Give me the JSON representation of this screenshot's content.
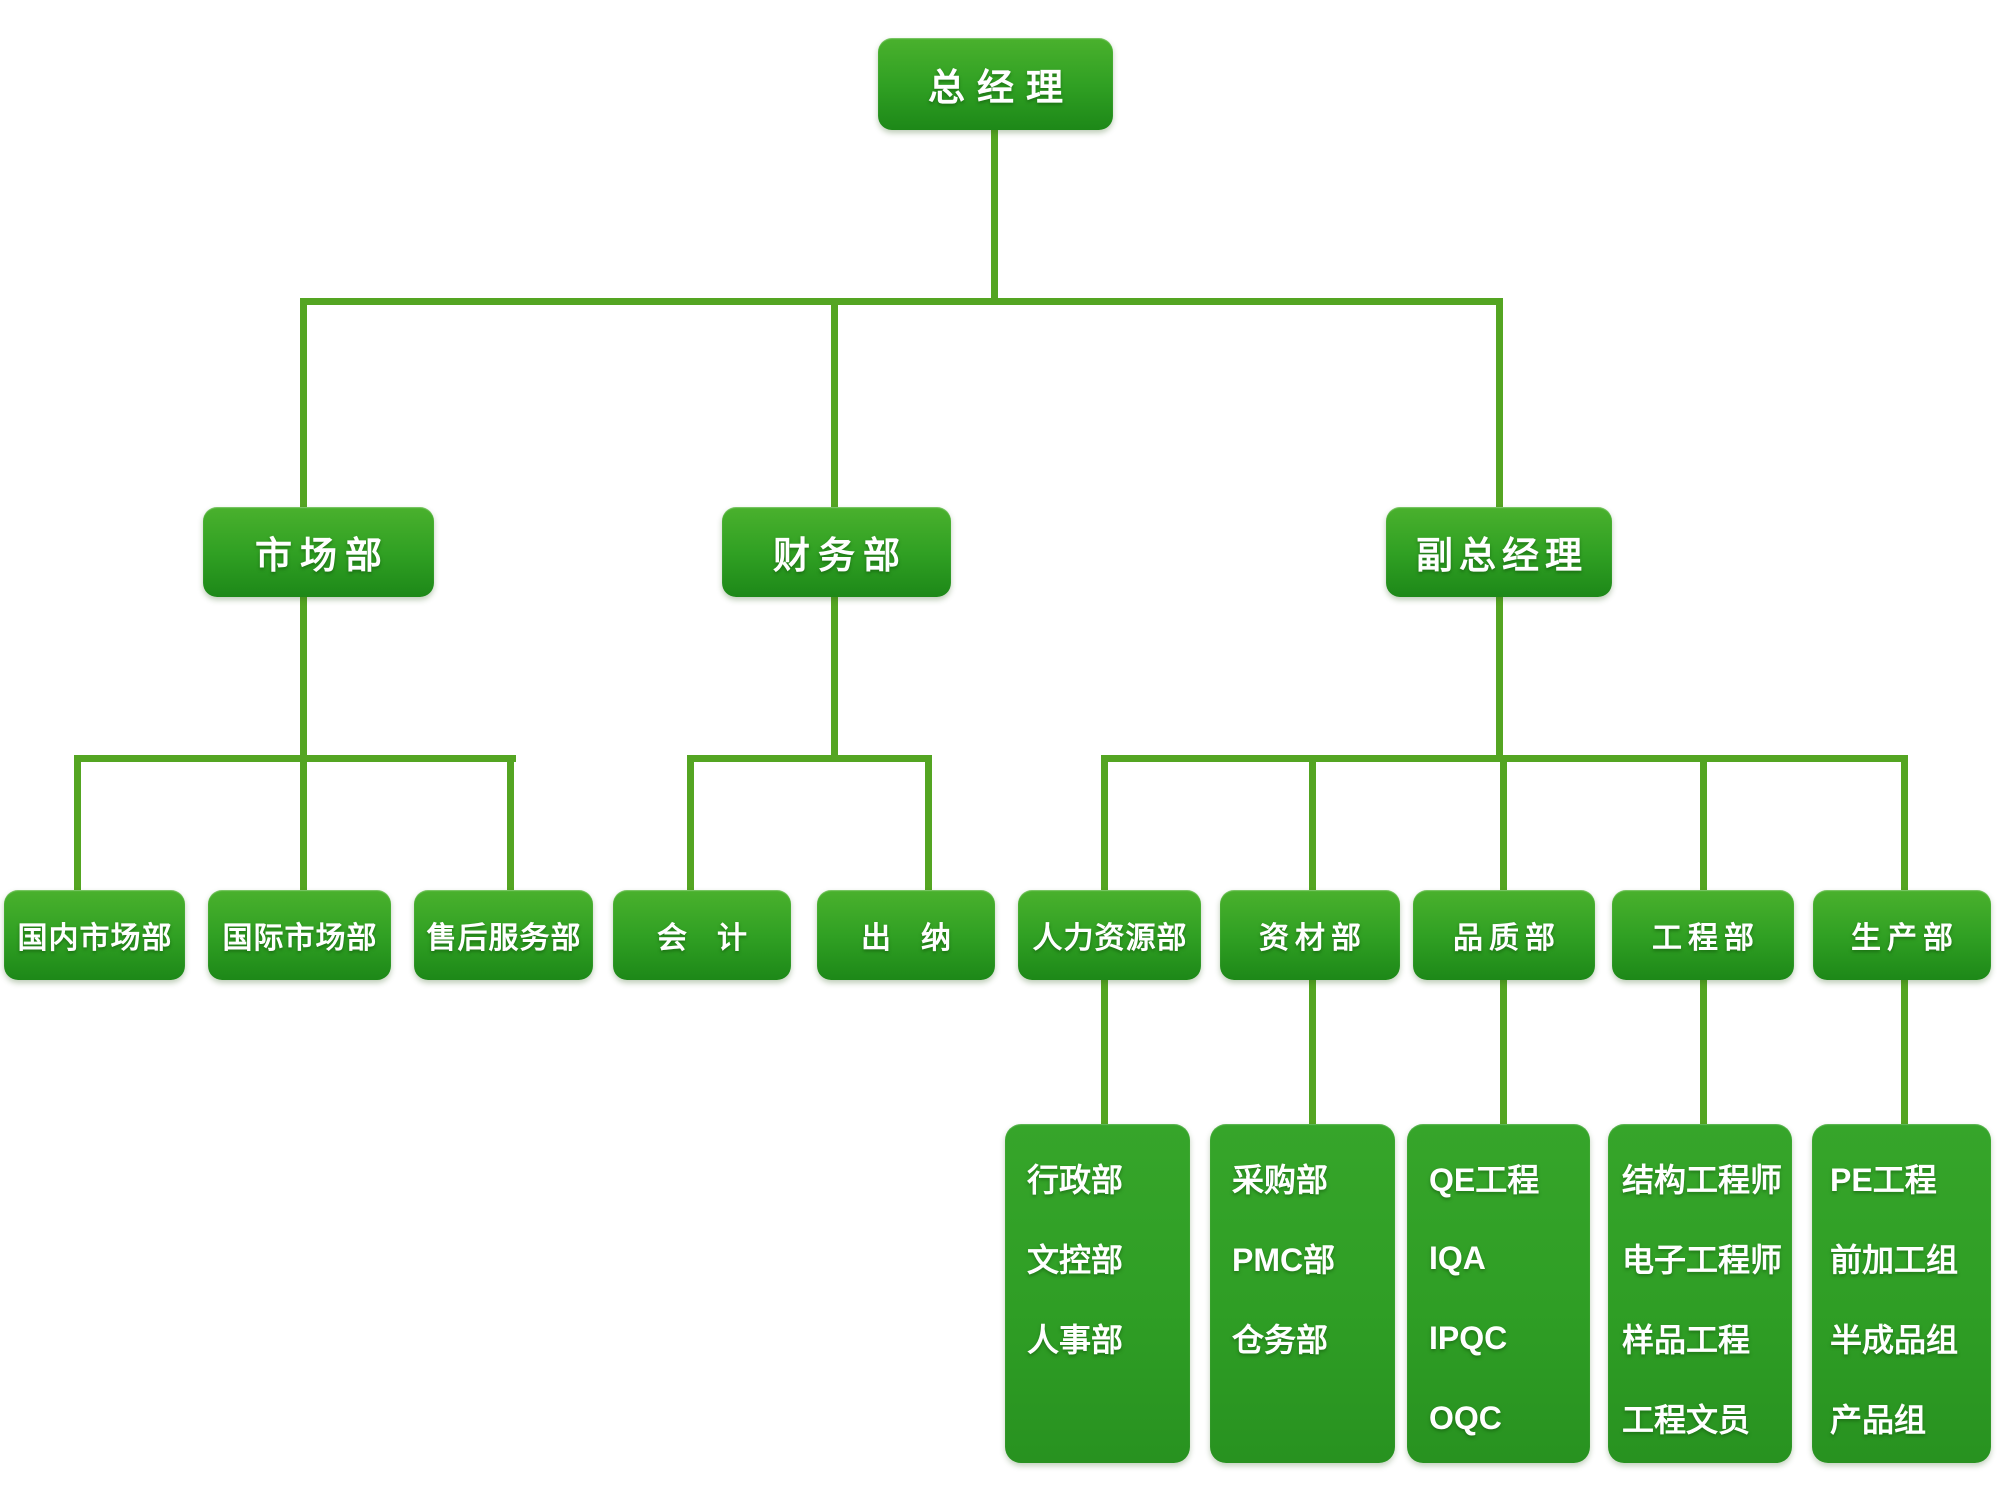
{
  "colors": {
    "node_gradient_top": "#4ab12d",
    "node_gradient_bottom": "#1d8818",
    "panel_green": "#2f9e25",
    "connector_line": "#54a522",
    "text": "#ffffff",
    "background": "#ffffff"
  },
  "org_tree": {
    "label": "总经理",
    "children": [
      {
        "label": "市场部",
        "children": [
          {
            "label": "国内市场部"
          },
          {
            "label": "国际市场部"
          },
          {
            "label": "售后服务部"
          }
        ]
      },
      {
        "label": "财务部",
        "children": [
          {
            "label": "会　计"
          },
          {
            "label": "出　纳"
          }
        ]
      },
      {
        "label": "副总经理",
        "children": [
          {
            "label": "人力资源部",
            "children": [
              {
                "label": "行政部"
              },
              {
                "label": "文控部"
              },
              {
                "label": "人事部"
              }
            ]
          },
          {
            "label": "资材部",
            "children": [
              {
                "label": "采购部"
              },
              {
                "label": "PMC部"
              },
              {
                "label": "仓务部"
              }
            ]
          },
          {
            "label": "品质部",
            "children": [
              {
                "label": "QE工程"
              },
              {
                "label": "IQA"
              },
              {
                "label": "IPQC"
              },
              {
                "label": "OQC"
              }
            ]
          },
          {
            "label": "工程部",
            "children": [
              {
                "label": "结构工程师"
              },
              {
                "label": "电子工程师"
              },
              {
                "label": "样品工程"
              },
              {
                "label": "工程文员"
              }
            ]
          },
          {
            "label": "生产部",
            "children": [
              {
                "label": "PE工程"
              },
              {
                "label": "前加工组"
              },
              {
                "label": "半成品组"
              },
              {
                "label": "产品组"
              }
            ]
          }
        ]
      }
    ]
  }
}
